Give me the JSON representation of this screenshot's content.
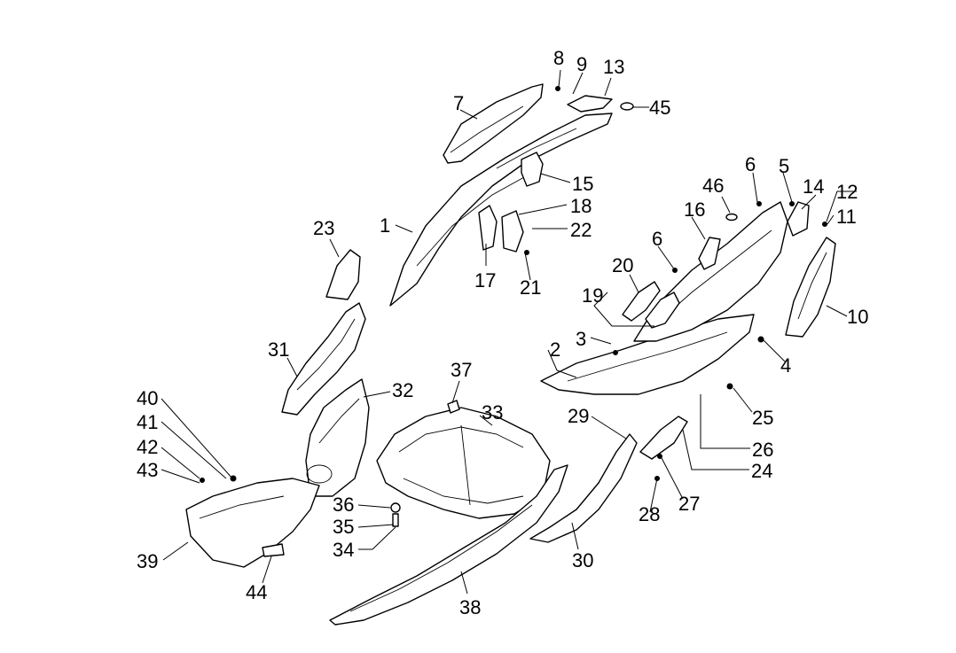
{
  "diagram": {
    "labels": {
      "p1": "1",
      "p2": "2",
      "p3": "3",
      "p4": "4",
      "p5": "5",
      "p6a": "6",
      "p6b": "6",
      "p7": "7",
      "p8": "8",
      "p9": "9",
      "p10": "10",
      "p11": "11",
      "p12": "12",
      "p13": "13",
      "p14": "14",
      "p15": "15",
      "p16": "16",
      "p17": "17",
      "p18": "18",
      "p19": "19",
      "p20": "20",
      "p21": "21",
      "p22": "22",
      "p23": "23",
      "p24": "24",
      "p25": "25",
      "p26": "26",
      "p27": "27",
      "p28": "28",
      "p29": "29",
      "p30": "30",
      "p31": "31",
      "p32": "32",
      "p33": "33",
      "p34": "34",
      "p35": "35",
      "p36": "36",
      "p37": "37",
      "p38": "38",
      "p39": "39",
      "p40": "40",
      "p41": "41",
      "p42": "42",
      "p43": "43",
      "p44": "44",
      "p45": "45",
      "p46": "46"
    }
  }
}
